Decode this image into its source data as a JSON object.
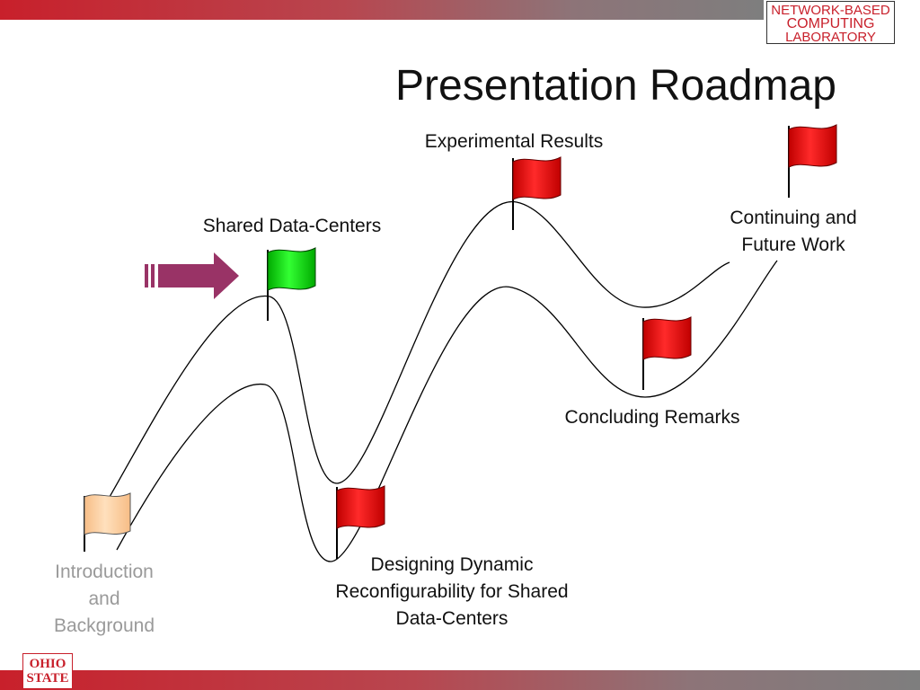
{
  "slide": {
    "title": "Presentation Roadmap"
  },
  "logo": {
    "line1": "NETWORK-BASED",
    "line2": "COMPUTING",
    "line3": "LABORATORY"
  },
  "osu_logo": {
    "line1": "OHIO",
    "line2": "STATE"
  },
  "roadmap": {
    "current_stage": "Shared Data-Centers",
    "stages": [
      {
        "label": "Introduction and Background",
        "lines": [
          "Introduction",
          "and",
          "Background"
        ],
        "flag_color": "#ffcc99",
        "state": "done"
      },
      {
        "label": "Shared Data-Centers",
        "lines": [
          "Shared Data-Centers"
        ],
        "flag_color": "#00dd00",
        "state": "current"
      },
      {
        "label": "Designing Dynamic Reconfigurability for Shared Data-Centers",
        "lines": [
          "Designing Dynamic",
          "Reconfigurability for Shared",
          "Data-Centers"
        ],
        "flag_color": "#ee0000",
        "state": "upcoming"
      },
      {
        "label": "Experimental Results",
        "lines": [
          "Experimental Results"
        ],
        "flag_color": "#ee0000",
        "state": "upcoming"
      },
      {
        "label": "Concluding Remarks",
        "lines": [
          "Concluding Remarks"
        ],
        "flag_color": "#ee0000",
        "state": "upcoming"
      },
      {
        "label": "Continuing and Future Work",
        "lines": [
          "Continuing and",
          "Future Work"
        ],
        "flag_color": "#ee0000",
        "state": "upcoming"
      }
    ]
  },
  "colors": {
    "brand_red": "#c8202b",
    "arrow": "#993366",
    "done_label": "#9a9a9a"
  }
}
